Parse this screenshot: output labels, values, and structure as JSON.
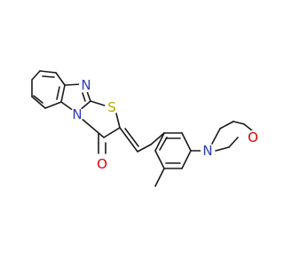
{
  "diagram": {
    "kind": "chemical-structure",
    "bond_color": "#1a1a1a",
    "atoms": {
      "N_ring": {
        "label": "N",
        "color": "#2a3cc0"
      },
      "N_fused": {
        "label": "N",
        "color": "#2a3cc0"
      },
      "S_thiazole": {
        "label": "S",
        "color": "#b8a800"
      },
      "O_carbonyl": {
        "label": "O",
        "color": "#e00000"
      },
      "N_morpholine": {
        "label": "N",
        "color": "#2a3cc0"
      },
      "O_morpholine": {
        "label": "O",
        "color": "#e00000"
      }
    }
  }
}
